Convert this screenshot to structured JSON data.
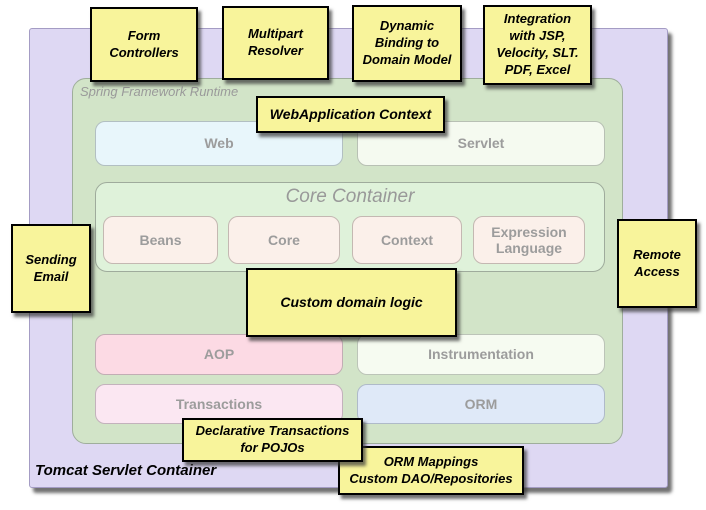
{
  "diagram": {
    "container": {
      "label": "Tomcat Servlet Container"
    },
    "runtime": {
      "label": "Spring Framework Runtime"
    },
    "layers": {
      "web": "Web",
      "servlet": "Servlet",
      "core_container": "Core Container",
      "beans": "Beans",
      "core": "Core",
      "context": "Context",
      "expression_language": "Expression\nLanguage",
      "aop": "AOP",
      "instrumentation": "Instrumentation",
      "transactions": "Transactions",
      "orm": "ORM"
    },
    "notes": {
      "form_controllers": "Form\nControllers",
      "multipart_resolver": "Multipart\nResolver",
      "dynamic_binding": "Dynamic\nBinding to\nDomain Model",
      "integration": "Integration\nwith JSP,\nVelocity, SLT.\nPDF, Excel",
      "webapplication_context": "WebApplication Context",
      "sending_email": "Sending\nEmail",
      "remote_access": "Remote\nAccess",
      "custom_domain_logic": "Custom domain logic",
      "declarative_transactions": "Declarative Transactions\nfor POJOs",
      "orm_mappings": "ORM Mappings\nCustom DAO/Repositories"
    },
    "colors": {
      "note_fill": "#f8f49b",
      "note_border": "#000000",
      "outer_fill": "#ded8f3",
      "runtime_fill": "#d2e4c8",
      "web_fill": "#e8f6fb",
      "servlet_fill": "#f5faf0",
      "core_container_fill": "#dff2da",
      "core_module_fill": "#fbf0ea",
      "aop_fill": "#fcdae4",
      "instrumentation_fill": "#f6fbf1",
      "transactions_fill": "#fbe7f2",
      "orm_fill": "#dfe9f8",
      "muted_text": "#9c9c9c"
    }
  }
}
